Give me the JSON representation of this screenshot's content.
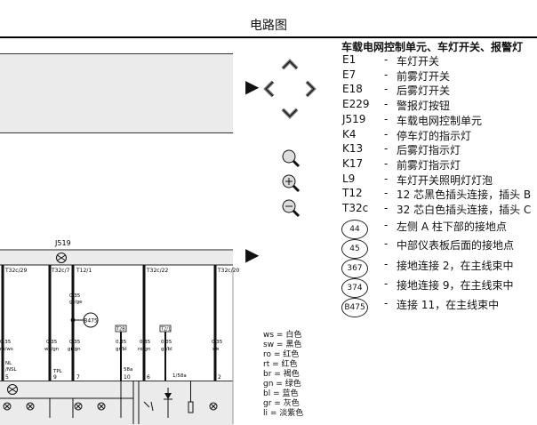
{
  "page": {
    "title": "电路图"
  },
  "legend": {
    "header": "车载电网控制单元、车灯开关、报警灯",
    "items": [
      {
        "code": "E1",
        "desc": "车灯开关"
      },
      {
        "code": "E7",
        "desc": "前雾灯开关"
      },
      {
        "code": "E18",
        "desc": "后雾灯开关"
      },
      {
        "code": "E229",
        "desc": "警报灯按钮"
      },
      {
        "code": "J519",
        "desc": "车载电网控制单元"
      },
      {
        "code": "K4",
        "desc": "停车灯的指示灯"
      },
      {
        "code": "K13",
        "desc": "后雾灯指示灯"
      },
      {
        "code": "K17",
        "desc": "前雾灯指示灯"
      },
      {
        "code": "L9",
        "desc": "车灯开关照明灯灯泡"
      },
      {
        "code": "T12",
        "desc": "12 芯黑色插头连接，插头 B"
      },
      {
        "code": "T32c",
        "desc": "32 芯白色插头连接，插头 C"
      }
    ],
    "ground_points": [
      {
        "code": "44",
        "desc": "左侧 A 柱下部的接地点"
      },
      {
        "code": "45",
        "desc": "中部仪表板后面的接地点"
      },
      {
        "code": "367",
        "desc": "接地连接 2，在主线束中"
      },
      {
        "code": "374",
        "desc": "接地连接 9，在主线束中"
      },
      {
        "code": "B475",
        "desc": "连接 11，在主线束中"
      }
    ]
  },
  "color_codes": [
    {
      "abbr": "ws",
      "name": "白色"
    },
    {
      "abbr": "sw",
      "name": "黑色"
    },
    {
      "abbr": "ro",
      "name": "红色"
    },
    {
      "abbr": "rt",
      "name": "红色"
    },
    {
      "abbr": "br",
      "name": "褐色"
    },
    {
      "abbr": "gn",
      "name": "绿色"
    },
    {
      "abbr": "bl",
      "name": "蓝色"
    },
    {
      "abbr": "gr",
      "name": "灰色"
    },
    {
      "abbr": "li",
      "name": "淡紫色"
    }
  ],
  "diagram": {
    "component_label": "J519",
    "connectors": [
      "T32c/29",
      "T32c/7",
      "T12/1",
      "T32c/22",
      "T32c/20"
    ],
    "wire_specs": [
      {
        "size": "0,35",
        "color": "ro/ws"
      },
      {
        "size": "0,35",
        "color": "ws/gn"
      },
      {
        "size": "0,35",
        "color": "gr/gn"
      },
      {
        "size": "0,35",
        "color": "gr/bl"
      },
      {
        "size": "0,35",
        "color": "ro/gn"
      },
      {
        "size": "0,35",
        "color": "gr/bl"
      },
      {
        "size": "0,35",
        "color": "sw"
      }
    ],
    "mid_wire": {
      "size": "0,35",
      "color": "gr/ge"
    },
    "node_label": "B475",
    "small_box_labels": [
      "T2B",
      "T2/1"
    ],
    "pin_labels": [
      "NL\n/NSL",
      "TPL",
      "58a",
      "1/58a"
    ],
    "pin_numbers": [
      "5",
      "9",
      "7",
      "10",
      "6",
      "2"
    ]
  },
  "nav": {
    "left_arrow": "◀",
    "right_arrow": "▶"
  }
}
